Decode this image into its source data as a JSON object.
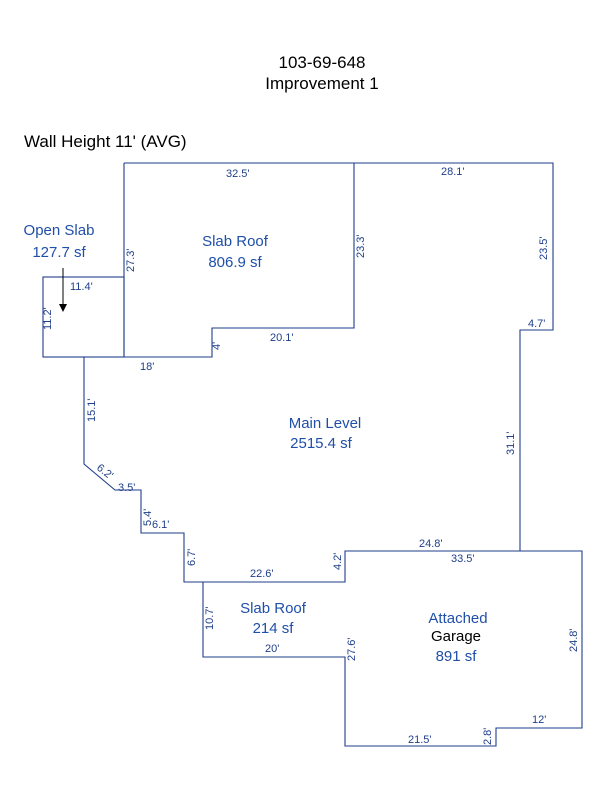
{
  "header": {
    "parcel_id": "103-69-648",
    "improvement": "Improvement 1",
    "wall_height": "Wall Height 11' (AVG)"
  },
  "areas": {
    "open_slab": {
      "name": "Open Slab",
      "size": "127.7 sf"
    },
    "slab_roof_upper": {
      "name": "Slab Roof",
      "size": "806.9 sf"
    },
    "main_level": {
      "name": "Main Level",
      "size": "2515.4 sf"
    },
    "slab_roof_lower": {
      "name": "Slab Roof",
      "size": "214 sf"
    },
    "garage": {
      "line1": "Attached",
      "line2": "Garage",
      "size": "891 sf"
    }
  },
  "dimensions": {
    "top_left": "32.5'",
    "top_right": "28.1'",
    "right_upper": "23.5'",
    "step_right": "4.7'",
    "right_mid": "31.1'",
    "slab_roof_right": "23.3'",
    "slab_roof_left": "27.3'",
    "slab_roof_bottom": "20.1'",
    "slab_roof_notch": "4'",
    "open_slab_top": "11.4'",
    "open_slab_side": "11.2'",
    "bottom_18": "18'",
    "left_15": "15.1'",
    "diag_6_2": "6.2'",
    "step_3_5": "3.5'",
    "step_5_4": "5.4'",
    "step_6_1": "6.1'",
    "step_6_7": "6.7'",
    "lower_roof_top": "22.6'",
    "lower_roof_notch": "4.2'",
    "lower_roof_left": "10.7'",
    "lower_roof_bottom": "20'",
    "garage_left": "27.6'",
    "garage_top": "24.8'",
    "garage_top_inner": "33.5'",
    "garage_right": "24.8'",
    "garage_step": "12'",
    "garage_notch": "2.8'",
    "garage_bottom": "21.5'"
  }
}
